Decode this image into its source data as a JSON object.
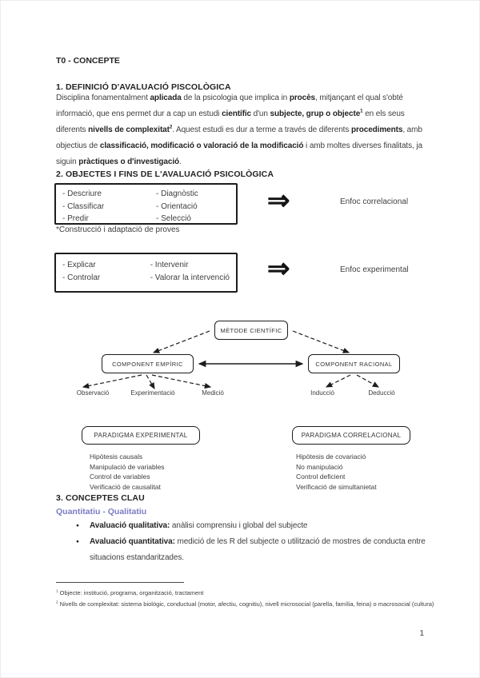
{
  "page": {
    "title": "T0 - CONCEPTE",
    "page_number": "1"
  },
  "colors": {
    "accent_purple": "#7b7bc5",
    "text": "#3f3f3f",
    "heading": "#242424",
    "border": "#1d1d1d"
  },
  "icons": {
    "double_arrow": "⇒",
    "bullet": "●"
  },
  "definition": {
    "heading": "1. DEFINICIÓ D'AVALUACIÓ PISCOLÒGICA",
    "paragraph": [
      {
        "t": "Disciplina fonamentalment "
      },
      {
        "t": "aplicada",
        "b": true
      },
      {
        "t": " de la psicologia que implica in "
      },
      {
        "t": "procès",
        "b": true
      },
      {
        "t": ", mitjançant el qual s'obté informació, que ens permet dur a cap un estudi "
      },
      {
        "t": "científic",
        "b": true
      },
      {
        "t": " d'un "
      },
      {
        "t": "subjecte, grup o objecte",
        "b": true
      },
      {
        "t": "1",
        "b": true,
        "sup": true
      },
      {
        "t": " en els seus diferents "
      },
      {
        "t": "nivells de complexitat",
        "b": true
      },
      {
        "t": "2",
        "b": true,
        "sup": true
      },
      {
        "t": ". Aquest estudi es dur a terme a través de diferents "
      },
      {
        "t": "procediments",
        "b": true
      },
      {
        "t": ", amb objectius de "
      },
      {
        "t": "classificació, modificació o valoració de la modificació",
        "b": true
      },
      {
        "t": " i amb moltes diverses finalitats, ja siguin "
      },
      {
        "t": "pràctiques o d'investigació",
        "b": true
      },
      {
        "t": "."
      }
    ]
  },
  "objectives": {
    "heading": "2. OBJECTES I FINS DE L'AVALUACIÓ PSICOLÒGICA",
    "box1": {
      "col1": [
        "- Descriure",
        "- Classificar",
        "- Predir"
      ],
      "col2": [
        "- Diagnòstic",
        "- Orientació",
        "- Selecció"
      ],
      "result": "Enfoc correlacional"
    },
    "note": "*Construcció i adaptació de proves",
    "box2": {
      "col1": [
        "- Explicar",
        "- Controlar"
      ],
      "col2": [
        "- Intervenir",
        "- Valorar la intervenció"
      ],
      "result": "Enfoc experimental"
    }
  },
  "diagram": {
    "root": "MÈTODE CIENTÍFIC",
    "left_box": "COMPONENT EMPÍRIC",
    "right_box": "COMPONENT RACIONAL",
    "left_leaves": [
      "Observació",
      "Experimentació",
      "Medició"
    ],
    "right_leaves": [
      "Inducció",
      "Deducció"
    ]
  },
  "paradigms": {
    "left": {
      "title": "PARADIGMA EXPERIMENTAL",
      "items": [
        "Hipòtesis causals",
        "Manipulació de variables",
        "Control de variables",
        "Verificació de causalitat"
      ]
    },
    "right": {
      "title": "PARADIGMA CORRELACIONAL",
      "items": [
        "Hipòtesis de covariació",
        "No manipulació",
        "Control deficient",
        "Verificació de simultanietat"
      ]
    }
  },
  "concepts": {
    "heading": "3. CONCEPTES CLAU",
    "subheading": "Quantitatiu - Qualitatiu",
    "bullets": [
      [
        {
          "t": "Avaluació qualitativa:",
          "b": true
        },
        {
          "t": " anàlisi comprensiu i global del subjecte"
        }
      ],
      [
        {
          "t": "Avaluació quantitativa:",
          "b": true
        },
        {
          "t": " medició de les R del subjecte o utilització de mostres de conducta entre situacions estandaritzades."
        }
      ]
    ]
  },
  "footnotes": [
    {
      "num": "1",
      "text": " Objecte: institució, programa, organització, tractament"
    },
    {
      "num": "2",
      "text": " Nivells de complexitat: sistema biològic, conductual (motor, afectiu, cognitiu), nivell microsocial (parella, família, feina) o macrosocial (cultura)"
    }
  ]
}
